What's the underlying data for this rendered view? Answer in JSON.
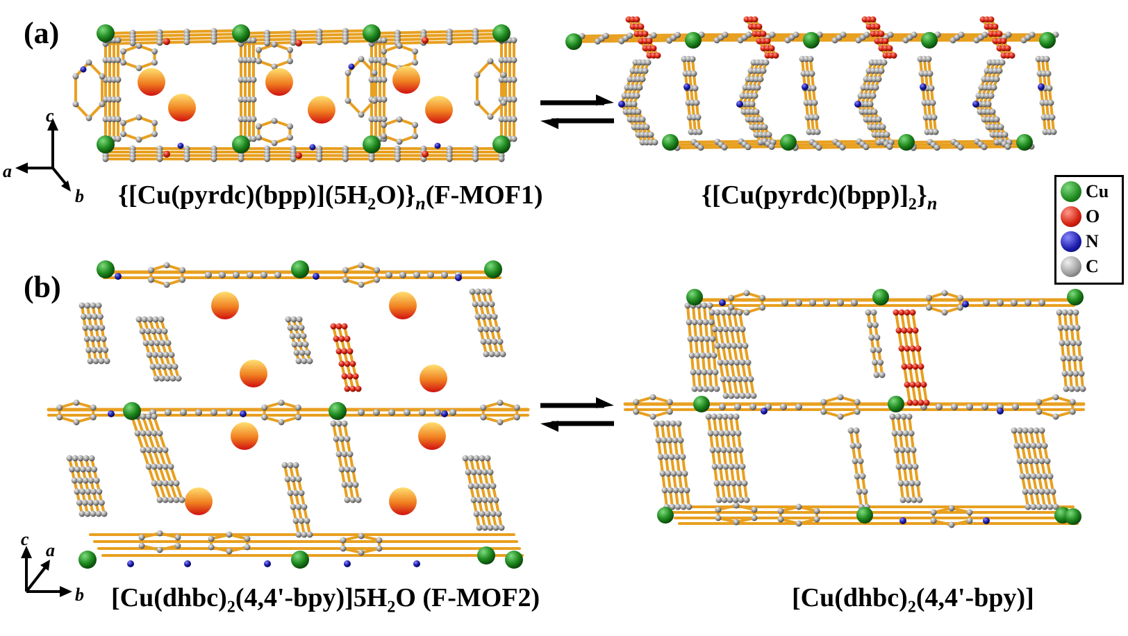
{
  "panel_a": {
    "label": "(a)",
    "left_caption": {
      "pre": "{[Cu(pyrdc)(bpp)](5H",
      "sub1": "2",
      "mid": "O)}",
      "sub2": "n",
      "post": "(F-MOF1)"
    },
    "right_caption": {
      "pre": "{[Cu(pyrdc)(bpp)]",
      "sub1": "2",
      "mid": "}",
      "sub2": "n"
    },
    "axes": {
      "vertical": "c",
      "horizontal": "a",
      "diagonal": "b"
    }
  },
  "panel_b": {
    "label": "(b)",
    "left_caption": {
      "pre": "[Cu(dhbc)",
      "sub1": "2",
      "post": "(4,4'-bpy)]5H",
      "sub2": "2",
      "end": "O (F-MOF2)"
    },
    "right_caption": {
      "pre": "[Cu(dhbc)",
      "sub1": "2",
      "post": "(4,4'-bpy)]"
    },
    "axes": {
      "vertical": "c",
      "diagonal": "a",
      "horizontal": "b"
    }
  },
  "legend": [
    {
      "label": "Cu",
      "color": "#1f8a1f"
    },
    {
      "label": "O",
      "color": "#d42010"
    },
    {
      "label": "N",
      "color": "#1a1aa8"
    },
    {
      "label": "C",
      "color": "#9a9a9a"
    }
  ],
  "colors": {
    "bond": "#e8a020",
    "guest": "#f08020"
  }
}
